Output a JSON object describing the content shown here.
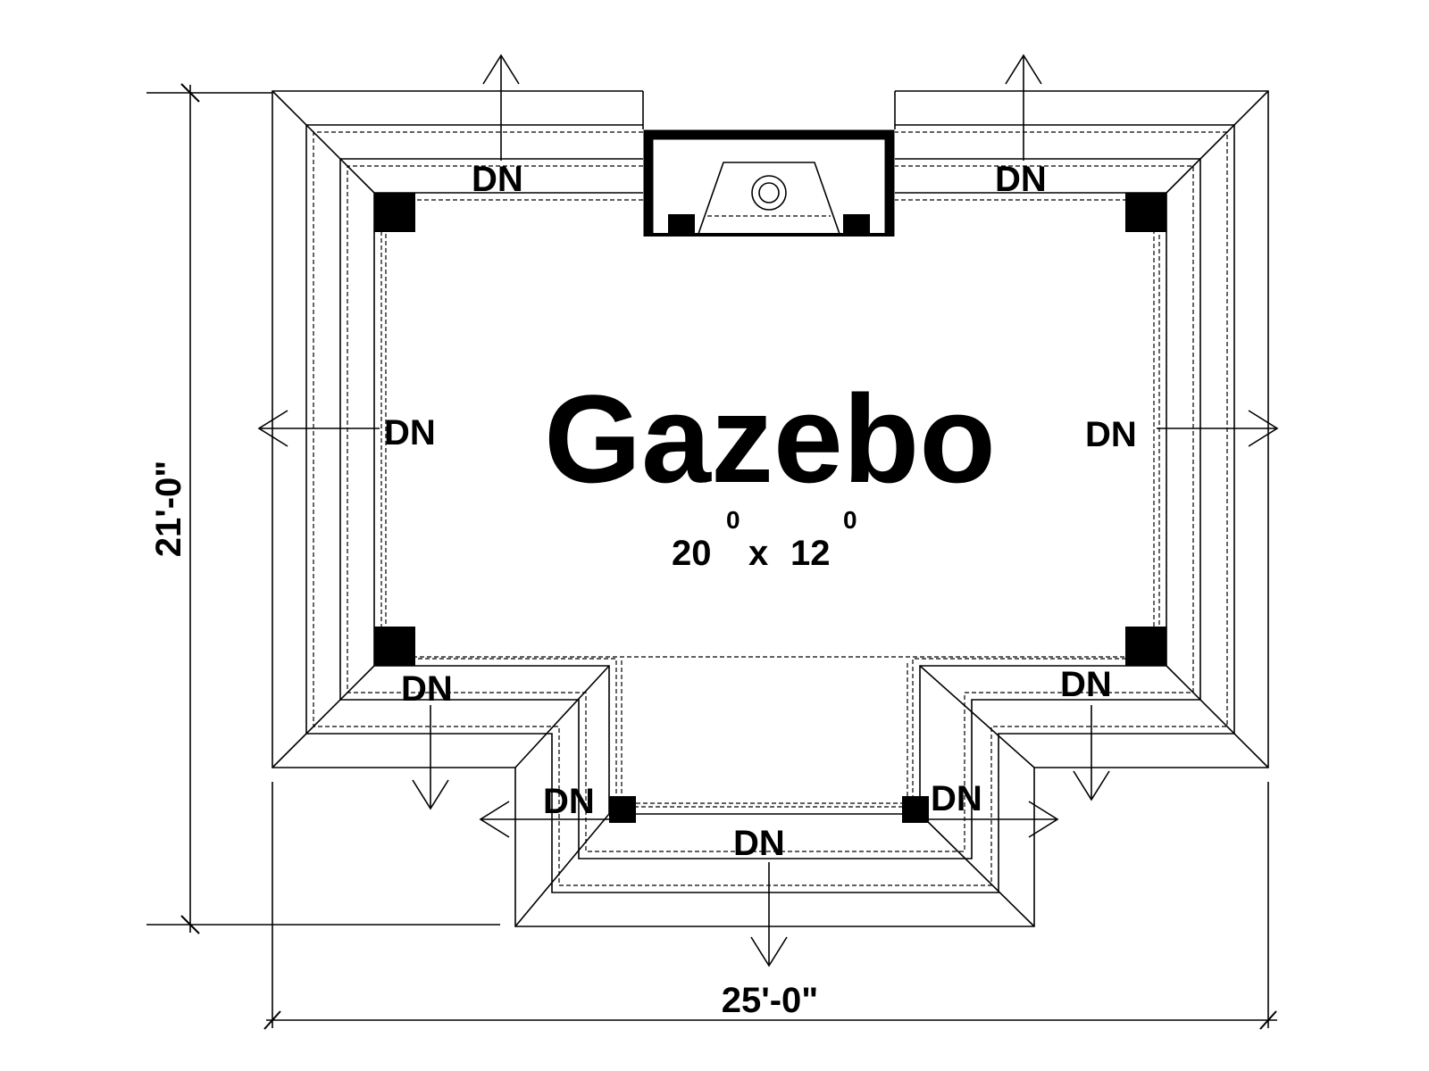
{
  "plan": {
    "room_name": "Gazebo",
    "size": {
      "width_main": "20",
      "width_sup": "0",
      "times": "x",
      "depth_main": "12",
      "depth_sup": "0"
    },
    "dimensions": {
      "vertical": "21'-0\"",
      "horizontal": "25'-0\""
    },
    "stair_labels": {
      "top_left": "DN",
      "top_right": "DN",
      "left": "DN",
      "right": "DN",
      "bottom_left": "DN",
      "bottom_right": "DN",
      "porch_left": "DN",
      "porch_right": "DN",
      "porch_front": "DN"
    }
  }
}
